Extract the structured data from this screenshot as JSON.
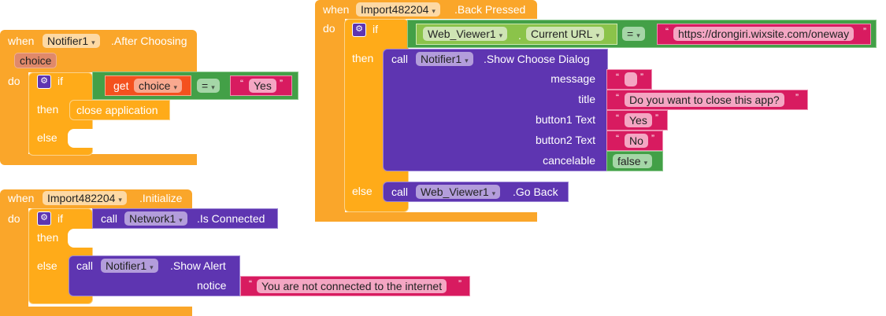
{
  "block_after_choosing": {
    "when": "when",
    "component": "Notifier1",
    "event": ".After Choosing",
    "param": "choice",
    "do": "do",
    "if": "if",
    "get": "get",
    "var": "choice",
    "op": "=",
    "string": "Yes",
    "then": "then",
    "close": "close application",
    "else": "else"
  },
  "block_initialize": {
    "when": "when",
    "component": "Import482204",
    "event": ".Initialize",
    "do": "do",
    "if": "if",
    "call": "call",
    "network": "Network1",
    "method": ".Is Connected",
    "then": "then",
    "else": "else",
    "call2": "call",
    "notifier": "Notifier1",
    "method2": ".Show Alert",
    "notice": "notice",
    "notice_text": "You are not connected to the internet"
  },
  "block_back_pressed": {
    "when": "when",
    "component": "Import482204",
    "event": ".Back Pressed",
    "do": "do",
    "if": "if",
    "viewer": "Web_Viewer1",
    "dot": ".",
    "prop": "Current URL",
    "op": "=",
    "url": "https://drongiri.wixsite.com/oneway",
    "then": "then",
    "call": "call",
    "notifier": "Notifier1",
    "method": ".Show Choose Dialog",
    "message": "message",
    "message_value": "",
    "title": "title",
    "title_value": "Do you want to close this app?",
    "button1": "button1 Text",
    "button1_value": "Yes",
    "button2": "button2 Text",
    "button2_value": "No",
    "cancelable": "cancelable",
    "cancelable_value": "false",
    "else": "else",
    "call2": "call",
    "viewer2": "Web_Viewer1",
    "method2": ".Go Back"
  },
  "quote_open": "“",
  "quote_close": "”",
  "dropdown_arrow": "▾",
  "gear_icon": "⚙"
}
